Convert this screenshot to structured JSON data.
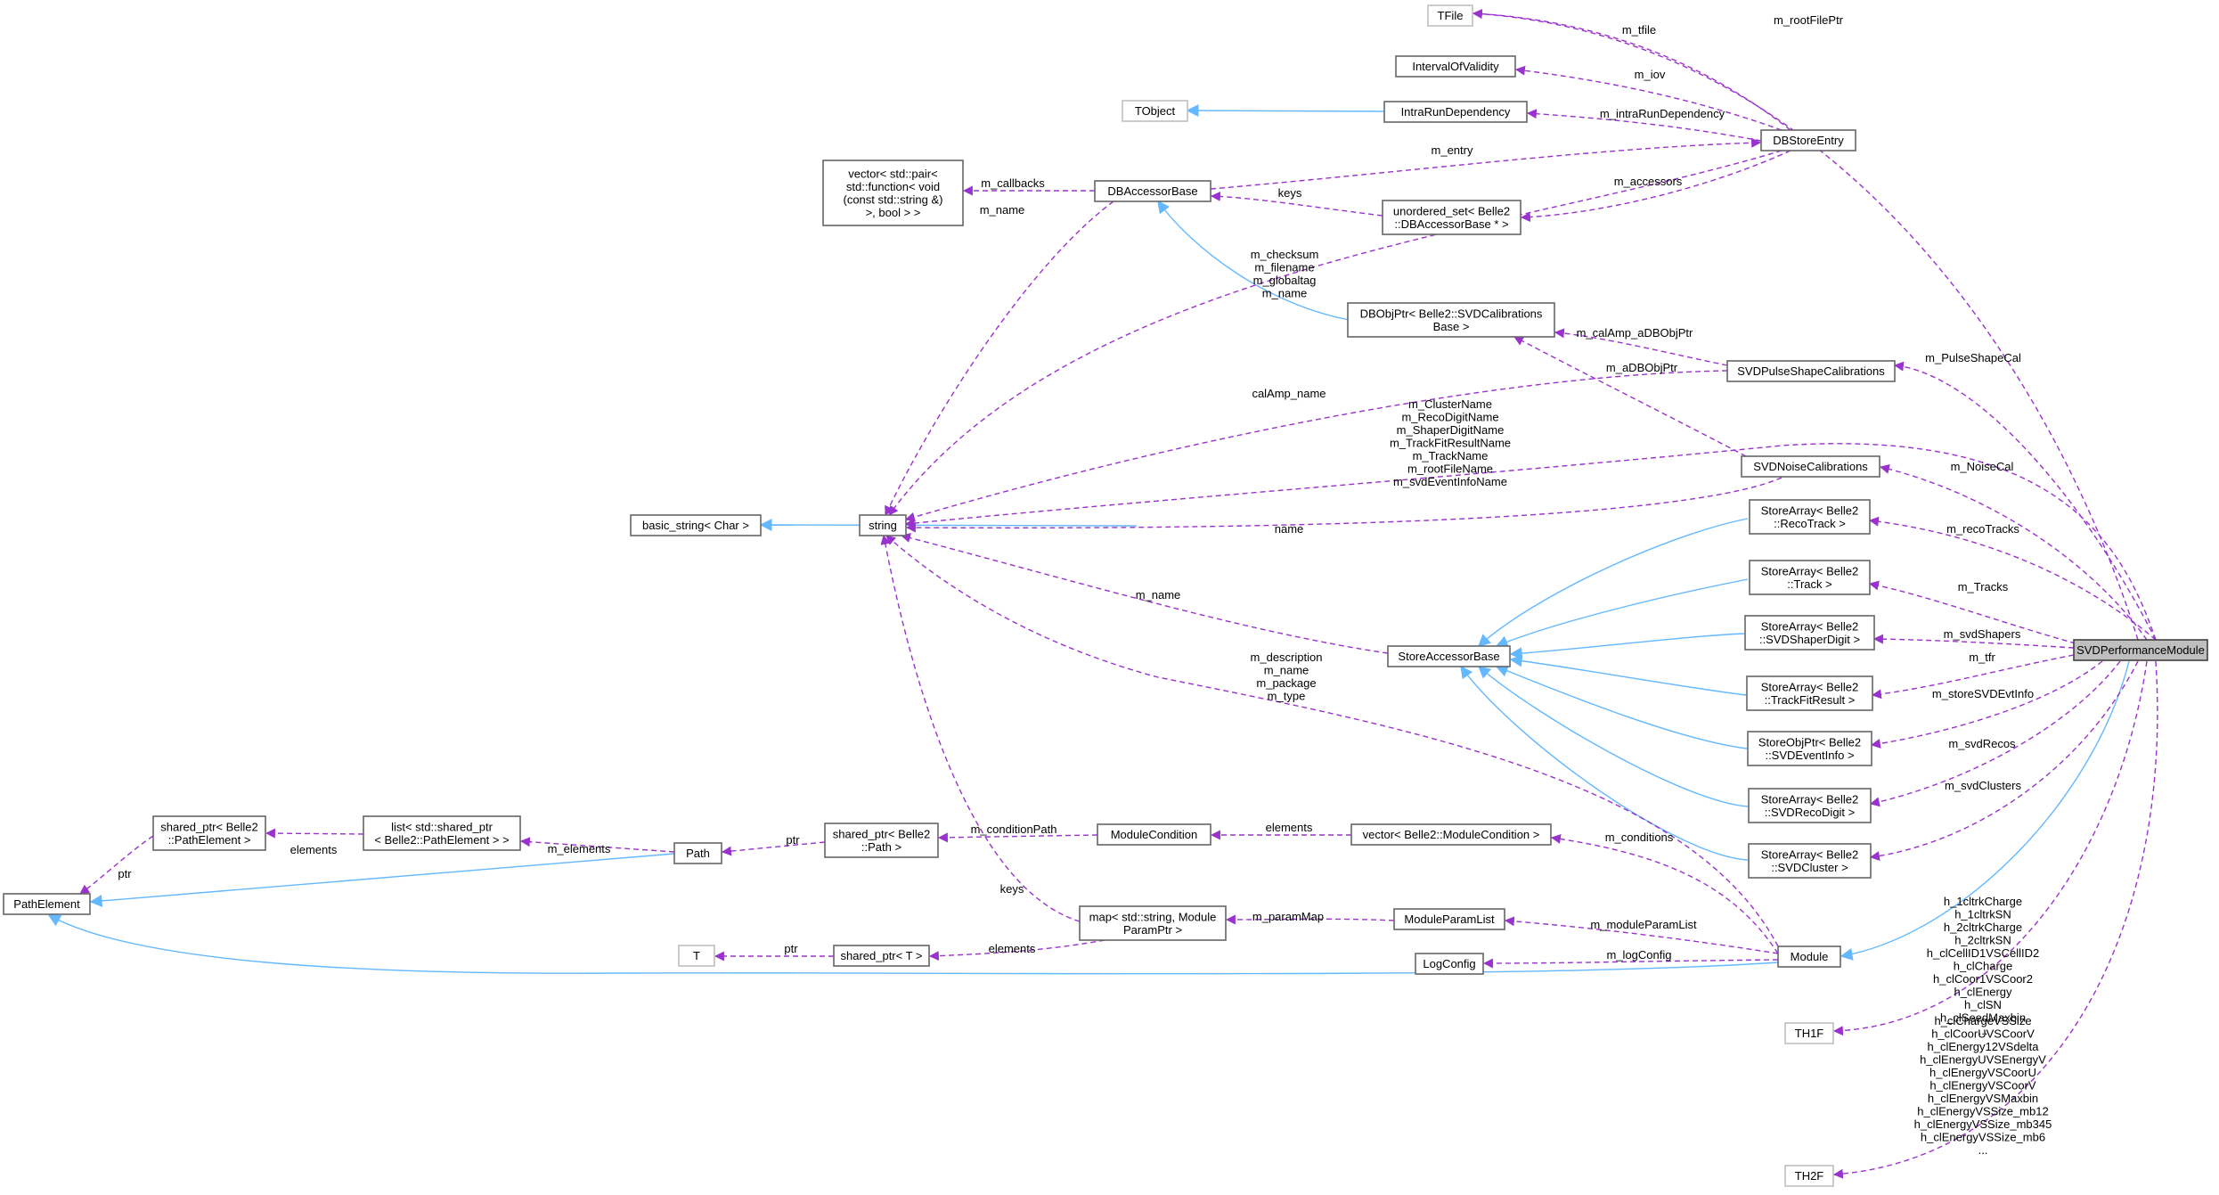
{
  "colors": {
    "use_edge": "#9a32cd",
    "inherit_edge": "#63b8ff",
    "node_border": "#666666",
    "external_border": "#bfbfbf",
    "main_fill": "#bfbfbf"
  },
  "nodes": {
    "tfile": [
      "TFile"
    ],
    "iov": [
      "IntervalOfValidity"
    ],
    "tobject": [
      "TObject"
    ],
    "intra": [
      "IntraRunDependency"
    ],
    "dbstore": [
      "DBStoreEntry"
    ],
    "vecpair": [
      "vector< std::pair<",
      "std::function< void",
      "(const std::string &)",
      ">, bool > >"
    ],
    "dbacc": [
      "DBAccessorBase"
    ],
    "uset": [
      "unordered_set< Belle2",
      "::DBAccessorBase * >"
    ],
    "dbobj": [
      "DBObjPtr< Belle2::SVDCalibrations",
      "Base >"
    ],
    "pulse": [
      "SVDPulseShapeCalibrations"
    ],
    "noise": [
      "SVDNoiseCalibrations"
    ],
    "basicstr": [
      "basic_string< Char >"
    ],
    "string": [
      "string"
    ],
    "sa_reco": [
      "StoreArray< Belle2",
      "::RecoTrack >"
    ],
    "sa_track": [
      "StoreArray< Belle2",
      "::Track >"
    ],
    "sa_shaper": [
      "StoreArray< Belle2",
      "::SVDShaperDigit >"
    ],
    "sa_tfr": [
      "StoreArray< Belle2",
      "::TrackFitResult >"
    ],
    "sop_evt": [
      "StoreObjPtr< Belle2",
      "::SVDEventInfo >"
    ],
    "sa_recodigit": [
      "StoreArray< Belle2",
      "::SVDRecoDigit >"
    ],
    "sa_cluster": [
      "StoreArray< Belle2",
      "::SVDCluster >"
    ],
    "sab": [
      "StoreAccessorBase"
    ],
    "svdperf": [
      "SVDPerformanceModule"
    ],
    "sp_pe": [
      "shared_ptr< Belle2",
      "::PathElement >"
    ],
    "list_sp": [
      "list< std::shared_ptr",
      "< Belle2::PathElement > >"
    ],
    "path": [
      "Path"
    ],
    "sp_path": [
      "shared_ptr< Belle2",
      "::Path >"
    ],
    "modcond": [
      "ModuleCondition"
    ],
    "vec_mc": [
      "vector< Belle2::ModuleCondition >"
    ],
    "pathelem": [
      "PathElement"
    ],
    "map": [
      "map< std::string, Module",
      "ParamPtr >"
    ],
    "mpl": [
      "ModuleParamList"
    ],
    "t": [
      "T"
    ],
    "sp_t": [
      "shared_ptr< T >"
    ],
    "logcfg": [
      "LogConfig"
    ],
    "module": [
      "Module"
    ],
    "th1f": [
      "TH1F"
    ],
    "th2f": [
      "TH2F"
    ]
  },
  "edge_labels": {
    "rootfile": [
      "m_rootFilePtr"
    ],
    "tfile": [
      "m_tfile"
    ],
    "iov": [
      "m_iov"
    ],
    "intra": [
      "m_intraRunDependency"
    ],
    "entry": [
      "m_entry"
    ],
    "callbacks": [
      "m_callbacks"
    ],
    "keys_uset": [
      "keys"
    ],
    "accessors": [
      "m_accessors"
    ],
    "name_dbacc": [
      "m_name"
    ],
    "dbstore_str": [
      "m_checksum",
      "m_filename",
      "m_globaltag",
      "m_name"
    ],
    "calamp_db": [
      "m_calAmp_aDBObjPtr"
    ],
    "pulsecal": [
      "m_PulseShapeCal"
    ],
    "adbobj": [
      "m_aDBObjPtr"
    ],
    "calamp_name": [
      "calAmp_name"
    ],
    "perf_str": [
      "m_ClusterName",
      "m_RecoDigitName",
      "m_ShaperDigitName",
      "m_TrackFitResultName",
      "m_TrackName",
      "m_rootFileName",
      "m_svdEventInfoName"
    ],
    "noisecal": [
      "m_NoiseCal"
    ],
    "name_noise": [
      "name"
    ],
    "recotracks": [
      "m_recoTracks"
    ],
    "tracks": [
      "m_Tracks"
    ],
    "shapers": [
      "m_svdShapers"
    ],
    "tfr": [
      "m_tfr"
    ],
    "evtinfo": [
      "m_storeSVDEvtInfo"
    ],
    "recos": [
      "m_svdRecos"
    ],
    "clusters": [
      "m_svdClusters"
    ],
    "name_sab": [
      "m_name"
    ],
    "module_str": [
      "m_description",
      "m_name",
      "m_package",
      "m_type"
    ],
    "ptr_pe": [
      "ptr"
    ],
    "elements_list": [
      "elements"
    ],
    "m_elements": [
      "m_elements"
    ],
    "ptr_path": [
      "ptr"
    ],
    "condpath": [
      "m_conditionPath"
    ],
    "elements_mc": [
      "elements"
    ],
    "conditions": [
      "m_conditions"
    ],
    "keys_map": [
      "keys"
    ],
    "parammap": [
      "m_paramMap"
    ],
    "modparamlist": [
      "m_moduleParamList"
    ],
    "ptr_t": [
      "ptr"
    ],
    "elements_spt": [
      "elements"
    ],
    "logconfig": [
      "m_logConfig"
    ],
    "th1f": [
      "h_1cltrkCharge",
      "h_1cltrkSN",
      "h_2cltrkCharge",
      "h_2cltrkSN",
      "h_clCellID1VSCellID2",
      "h_clCharge",
      "h_clCoor1VSCoor2",
      "h_clEnergy",
      "h_clSN",
      "h_clSeedMaxbin",
      "..."
    ],
    "th2f": [
      "h_clChargeVSSize",
      "h_clCoorUVSCoorV",
      "h_clEnergy12VSdelta",
      "h_clEnergyUVSEnergyV",
      "h_clEnergyVSCoorU",
      "h_clEnergyVSCoorV",
      "h_clEnergyVSMaxbin",
      "h_clEnergyVSSize_mb12",
      "h_clEnergyVSSize_mb345",
      "h_clEnergyVSSize_mb6",
      "..."
    ]
  }
}
